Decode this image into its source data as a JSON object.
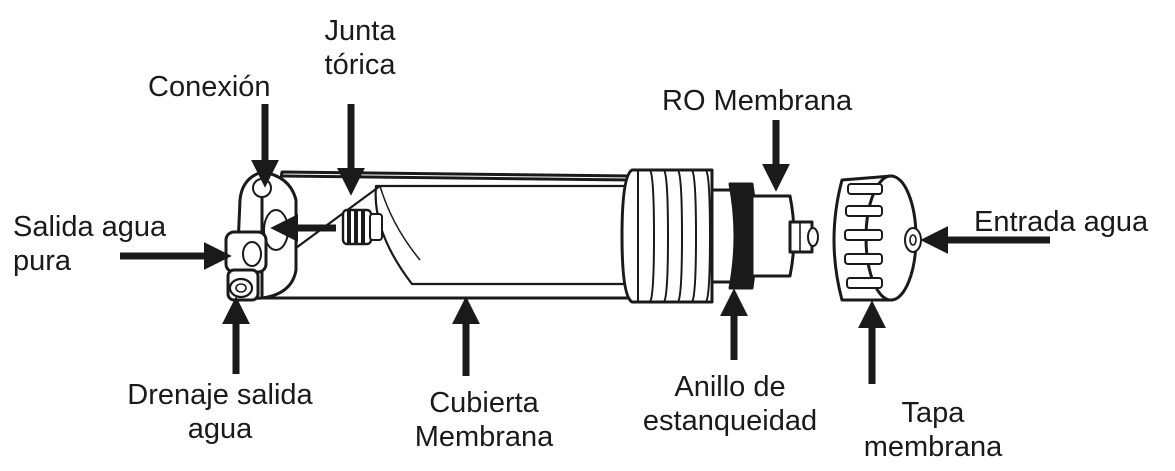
{
  "labels": {
    "junta_line1": "Junta",
    "junta_line2": "tórica",
    "conexion": "Conexión",
    "ro_membrana": "RO Membrana",
    "salida_line1": "Salida agua",
    "salida_line2": "pura",
    "entrada": "Entrada agua",
    "drenaje_line1": "Drenaje salida",
    "drenaje_line2": "agua",
    "cubierta_line1": "Cubierta",
    "cubierta_line2": "Membrana",
    "anillo_line1": "Anillo de",
    "anillo_line2": "estanqueidad",
    "tapa_line1": "Tapa",
    "tapa_line2": "membrana"
  },
  "colors": {
    "ink": "#1a1a1a",
    "background": "#ffffff"
  }
}
